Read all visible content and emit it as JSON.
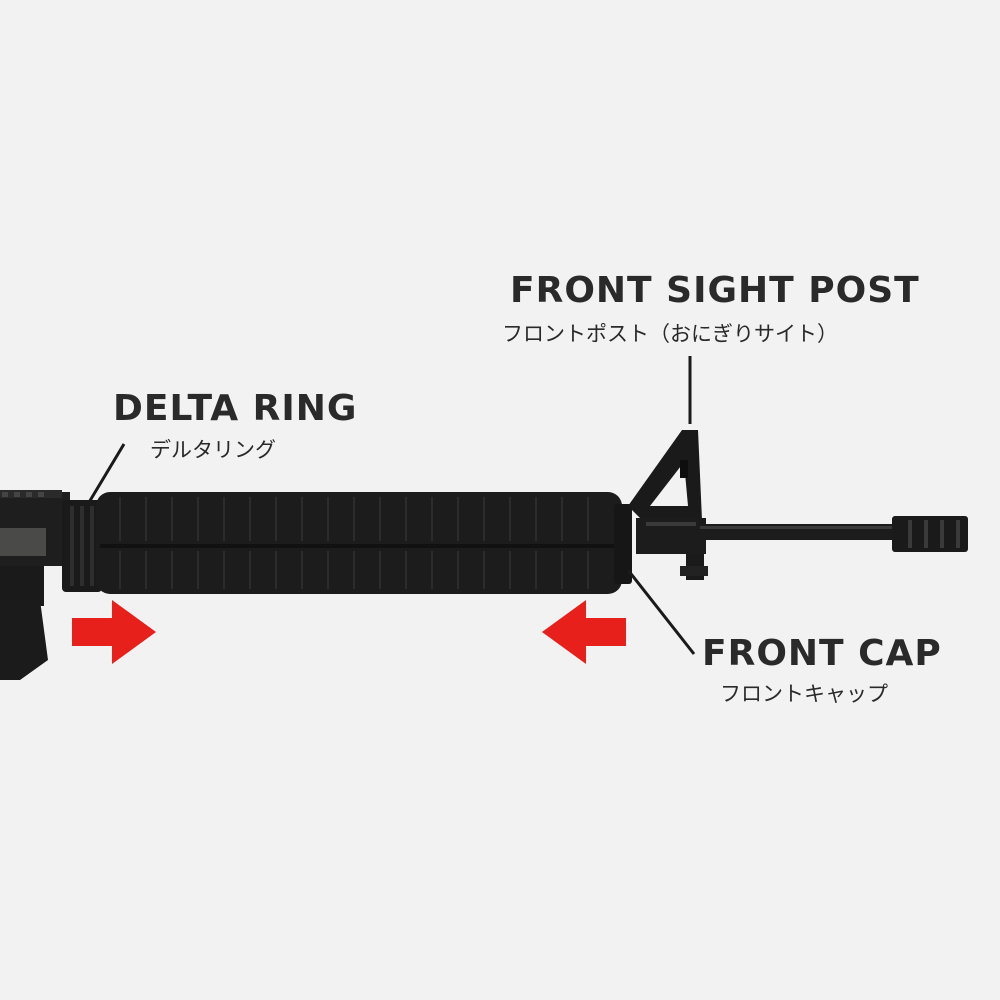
{
  "labels": {
    "front_sight_post": {
      "title": "FRONT SIGHT POST",
      "subtitle": "フロントポスト（おにぎりサイト）"
    },
    "delta_ring": {
      "title": "DELTA RING",
      "subtitle": "デルタリング"
    },
    "front_cap": {
      "title": "FRONT CAP",
      "subtitle": "フロントキャップ"
    }
  },
  "colors": {
    "background": "#f2f2f3",
    "arrow": "#e8201c",
    "rifle": "#1c1c1c",
    "text": "#2a2a2a"
  },
  "arrows": [
    {
      "name": "arrow-right",
      "direction": "right"
    },
    {
      "name": "arrow-left",
      "direction": "left"
    }
  ]
}
